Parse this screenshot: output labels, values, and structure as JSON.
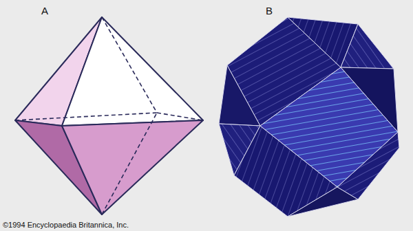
{
  "diagram": {
    "labels": [
      "A",
      "B",
      "©1994 Encyclopaedia Britannica, Inc."
    ]
  }
}
